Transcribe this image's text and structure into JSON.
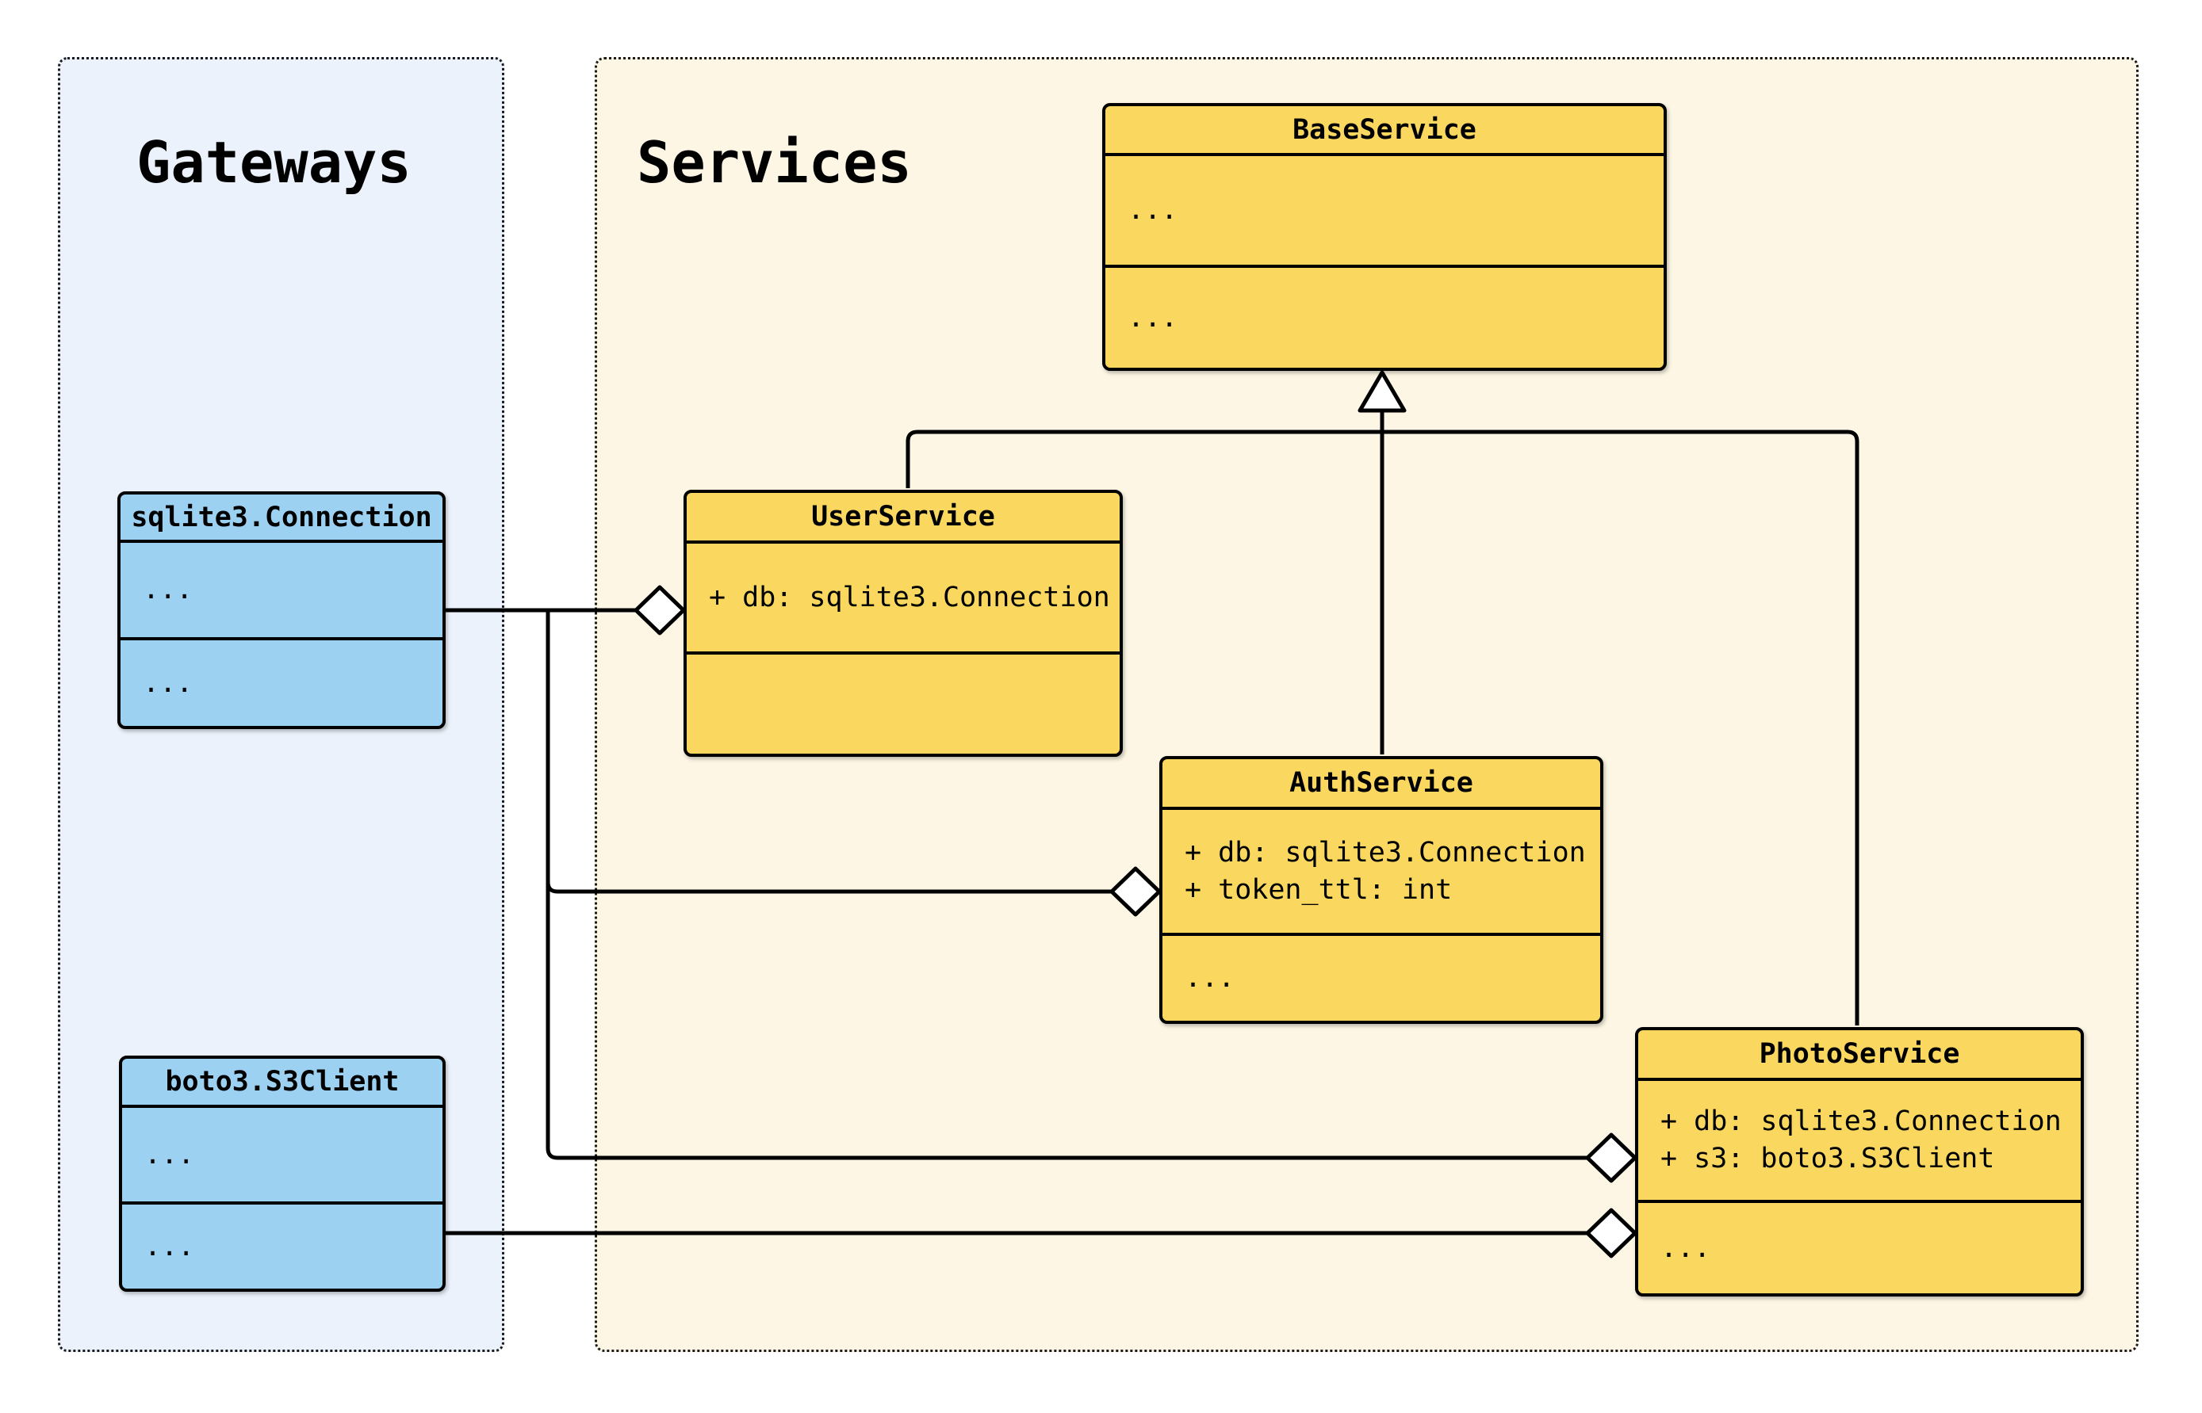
{
  "groups": {
    "gateways": {
      "title": "Gateways"
    },
    "services": {
      "title": "Services"
    }
  },
  "classes": {
    "base_service": {
      "name": "BaseService",
      "attributes": [
        "..."
      ],
      "methods": [
        "..."
      ]
    },
    "user_service": {
      "name": "UserService",
      "attributes": [
        "+ db: sqlite3.Connection"
      ],
      "methods": []
    },
    "auth_service": {
      "name": "AuthService",
      "attributes": [
        "+ db: sqlite3.Connection",
        "+ token_ttl: int"
      ],
      "methods": [
        "..."
      ]
    },
    "photo_service": {
      "name": "PhotoService",
      "attributes": [
        "+ db: sqlite3.Connection",
        "+ s3: boto3.S3Client"
      ],
      "methods": [
        "..."
      ]
    },
    "sqlite3_connection": {
      "name": "sqlite3.Connection",
      "attributes": [
        "..."
      ],
      "methods": [
        "..."
      ]
    },
    "boto3_s3client": {
      "name": "boto3.S3Client",
      "attributes": [
        "..."
      ],
      "methods": [
        "..."
      ]
    }
  },
  "relationships": [
    {
      "type": "inheritance",
      "from": "UserService",
      "to": "BaseService"
    },
    {
      "type": "inheritance",
      "from": "AuthService",
      "to": "BaseService"
    },
    {
      "type": "inheritance",
      "from": "PhotoService",
      "to": "BaseService"
    },
    {
      "type": "aggregation",
      "from": "sqlite3.Connection",
      "to": "UserService"
    },
    {
      "type": "aggregation",
      "from": "sqlite3.Connection",
      "to": "AuthService"
    },
    {
      "type": "aggregation",
      "from": "sqlite3.Connection",
      "to": "PhotoService"
    },
    {
      "type": "aggregation",
      "from": "boto3.S3Client",
      "to": "PhotoService"
    }
  ],
  "colors": {
    "gateways_panel_fill": "#ebf2fb",
    "services_panel_fill": "#fdf6e4",
    "gateway_box_fill": "#9dd1f1",
    "service_box_fill": "#fad860",
    "line_color": "#000000"
  }
}
